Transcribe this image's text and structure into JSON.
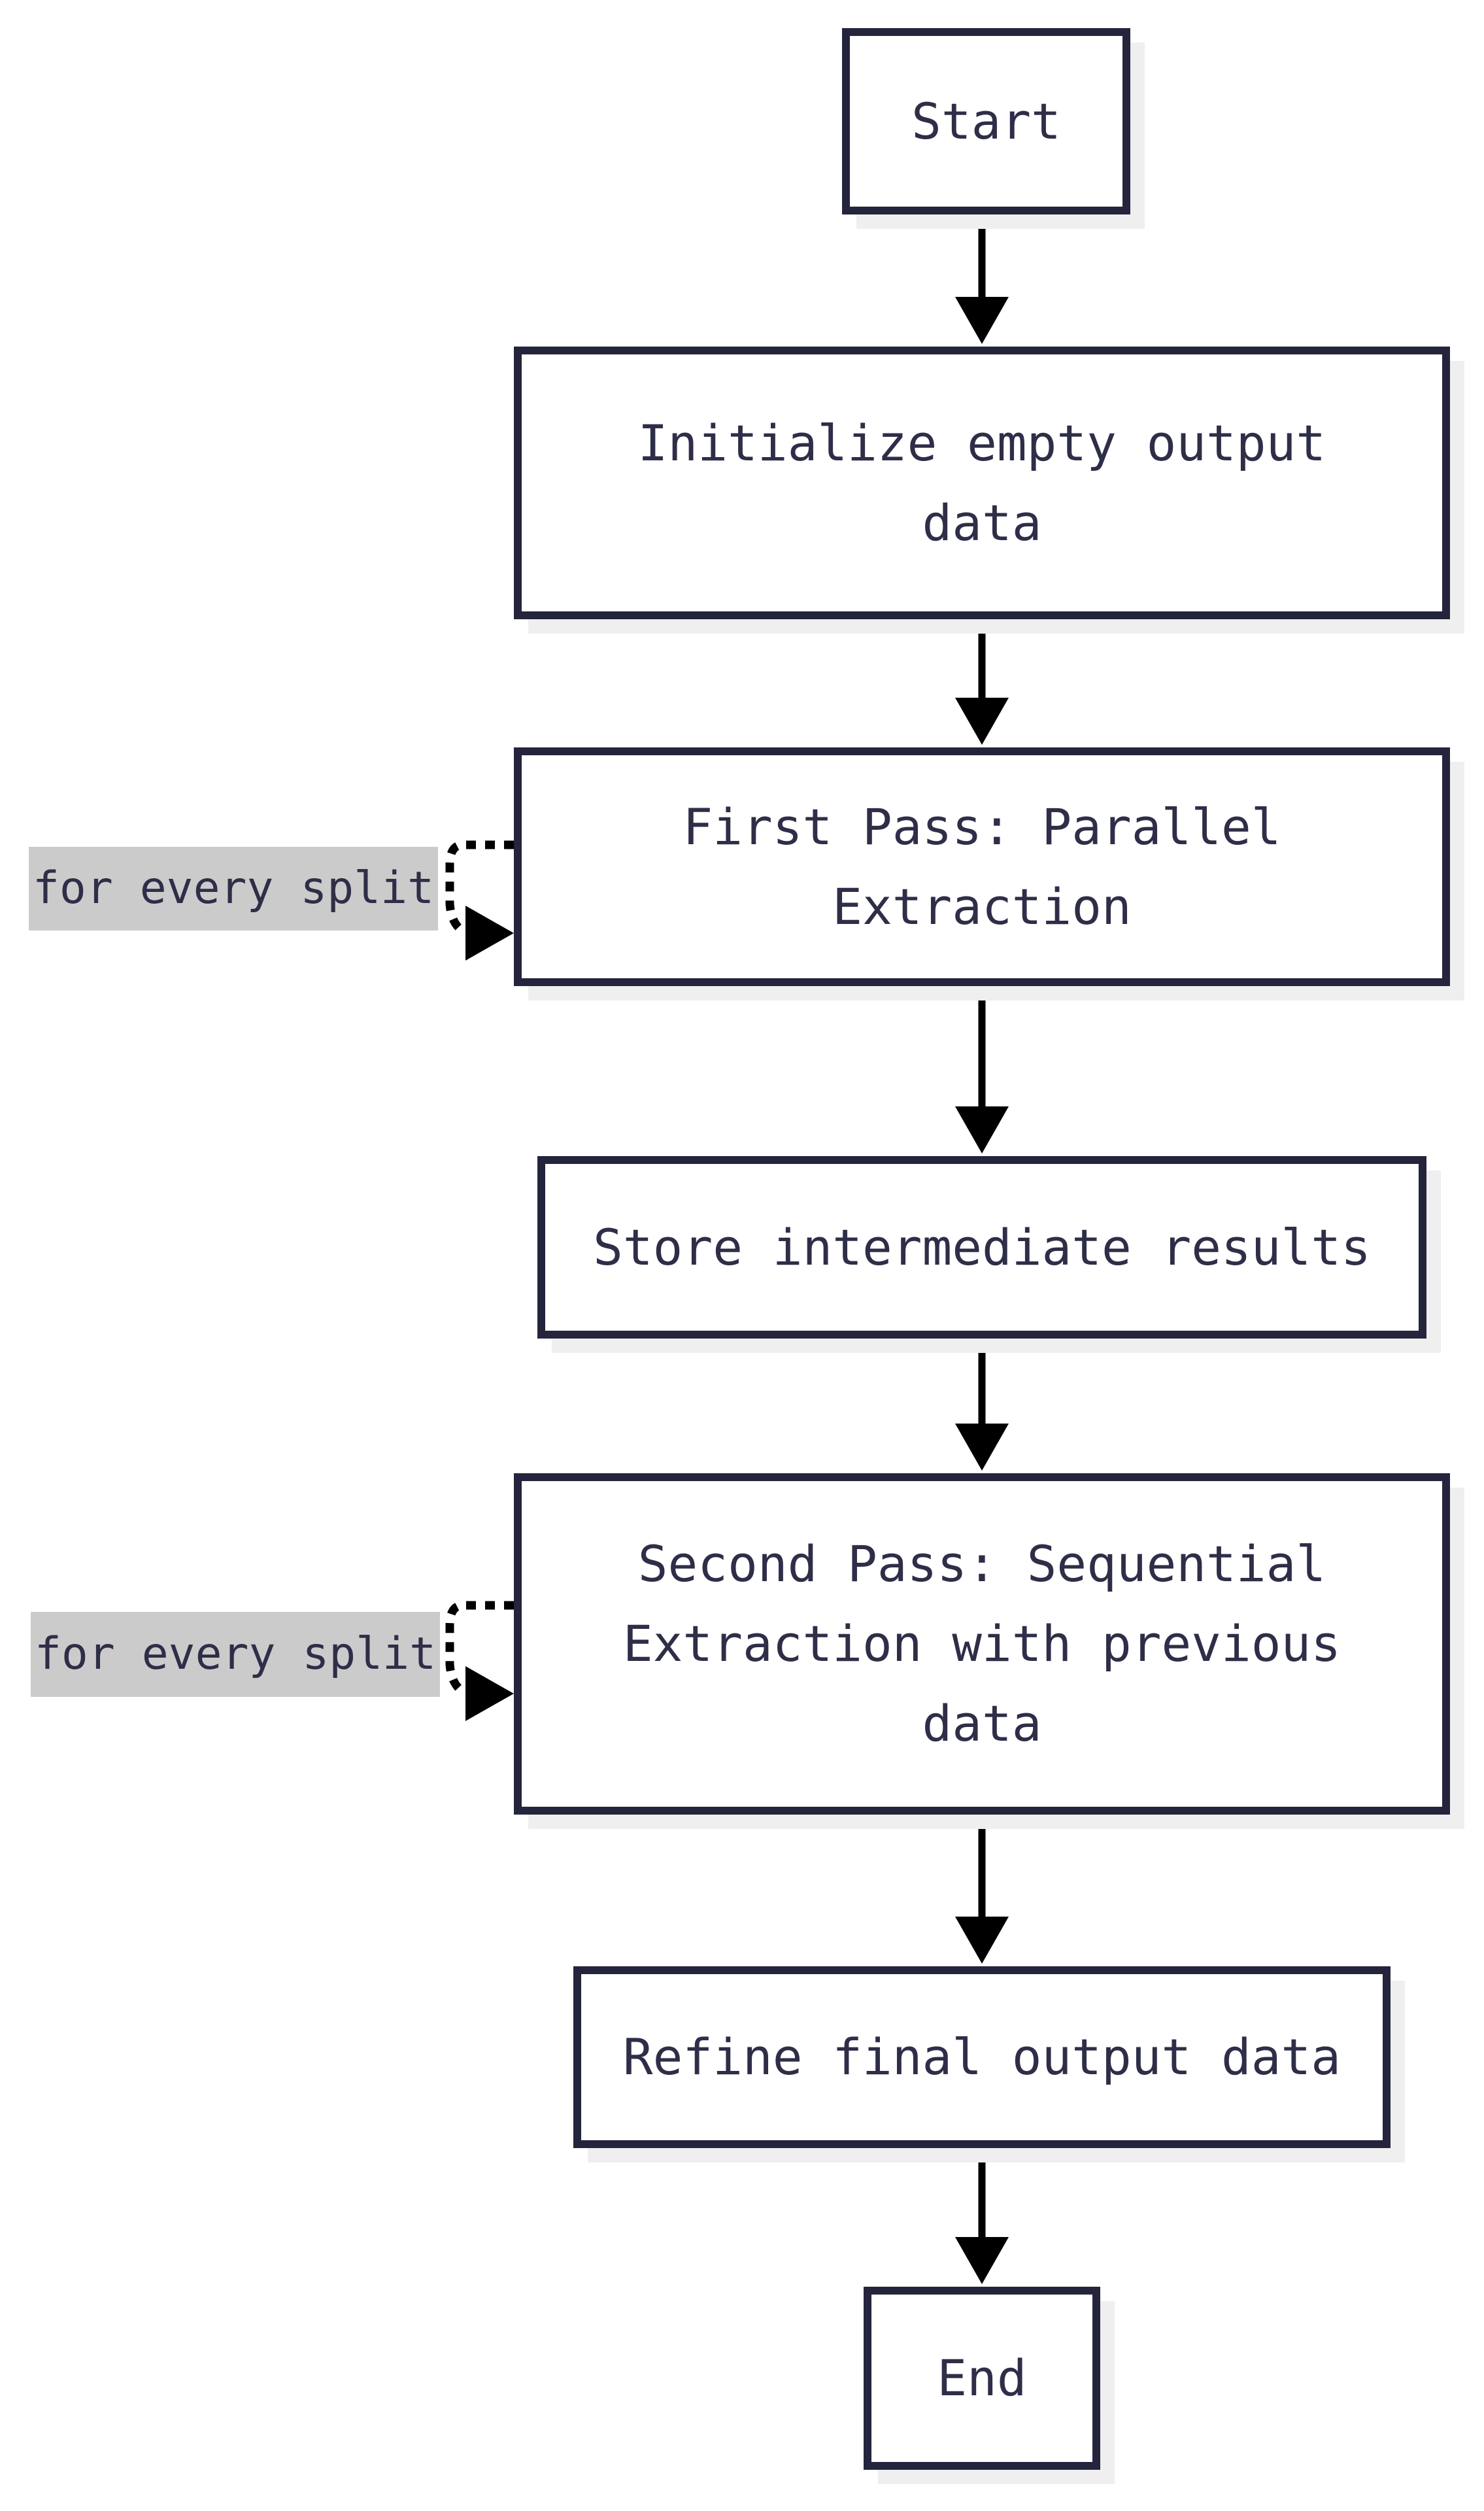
{
  "diagram": {
    "type": "flowchart",
    "direction": "top-down",
    "nodes": [
      {
        "id": "start",
        "label": "Start"
      },
      {
        "id": "init",
        "label": "Initialize empty output\ndata"
      },
      {
        "id": "first_pass",
        "label": "First Pass: Parallel\nExtraction"
      },
      {
        "id": "store",
        "label": "Store intermediate results"
      },
      {
        "id": "second_pass",
        "label": "Second Pass: Sequential\nExtraction with previous\ndata"
      },
      {
        "id": "refine",
        "label": "Refine final output data"
      },
      {
        "id": "end",
        "label": "End"
      }
    ],
    "edges": [
      {
        "from": "start",
        "to": "init",
        "style": "solid"
      },
      {
        "from": "init",
        "to": "first_pass",
        "style": "solid"
      },
      {
        "from": "first_pass",
        "to": "first_pass",
        "style": "dotted",
        "label": "for every split"
      },
      {
        "from": "first_pass",
        "to": "store",
        "style": "solid"
      },
      {
        "from": "store",
        "to": "second_pass",
        "style": "solid"
      },
      {
        "from": "second_pass",
        "to": "second_pass",
        "style": "dotted",
        "label": "for every split"
      },
      {
        "from": "second_pass",
        "to": "refine",
        "style": "solid"
      },
      {
        "from": "refine",
        "to": "end",
        "style": "solid"
      }
    ],
    "colors": {
      "node_border": "#24243c",
      "node_fill": "#ffffff",
      "node_text": "#2e2e48",
      "node_shadow": "#efefef",
      "edge_label_bg": "#cbcbcb",
      "arrow": "#000000",
      "background": "#ffffff"
    }
  }
}
